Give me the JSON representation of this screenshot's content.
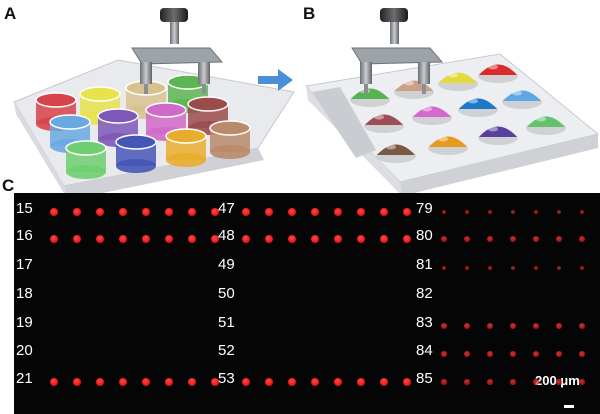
{
  "panels": {
    "a_label": "A",
    "b_label": "B",
    "c_label": "C"
  },
  "wells_a": [
    {
      "color": "#d8424a"
    },
    {
      "color": "#e8e24c"
    },
    {
      "color": "#d7c28f"
    },
    {
      "color": "#5cb552"
    },
    {
      "color": "#6aa9e0"
    },
    {
      "color": "#7e58b9"
    },
    {
      "color": "#d06ac9"
    },
    {
      "color": "#9c4b4b"
    },
    {
      "color": "#6fcf70"
    },
    {
      "color": "#4656b6"
    },
    {
      "color": "#e8ad2d"
    },
    {
      "color": "#b98a6b"
    }
  ],
  "droplets_b": [
    {
      "color": "#58b253"
    },
    {
      "color": "#caa187"
    },
    {
      "color": "#e5da3b"
    },
    {
      "color": "#d92b2b"
    },
    {
      "color": "#9c4e55"
    },
    {
      "color": "#d667cf"
    },
    {
      "color": "#1d79c8"
    },
    {
      "color": "#5fa7e4"
    },
    {
      "color": "#7a5a45"
    },
    {
      "color": "#e79a20"
    },
    {
      "color": "#5a3fa0"
    },
    {
      "color": "#63c26b"
    }
  ],
  "fluorescence": {
    "columns": [
      {
        "labels": [
          "15",
          "16",
          "17",
          "18",
          "19",
          "20",
          "21"
        ],
        "intensity": [
          1.0,
          1.0,
          0.0,
          0.0,
          0.0,
          0.0,
          1.0
        ]
      },
      {
        "labels": [
          "47",
          "48",
          "49",
          "50",
          "51",
          "52",
          "53"
        ],
        "intensity": [
          1.0,
          1.0,
          0.0,
          0.0,
          0.0,
          0.0,
          1.0
        ]
      },
      {
        "labels": [
          "79",
          "80",
          "81",
          "82",
          "83",
          "84",
          "85"
        ],
        "intensity": [
          0.35,
          0.55,
          0.35,
          0.0,
          0.6,
          0.6,
          0.5
        ]
      }
    ],
    "scale_bar": "200 μm"
  }
}
